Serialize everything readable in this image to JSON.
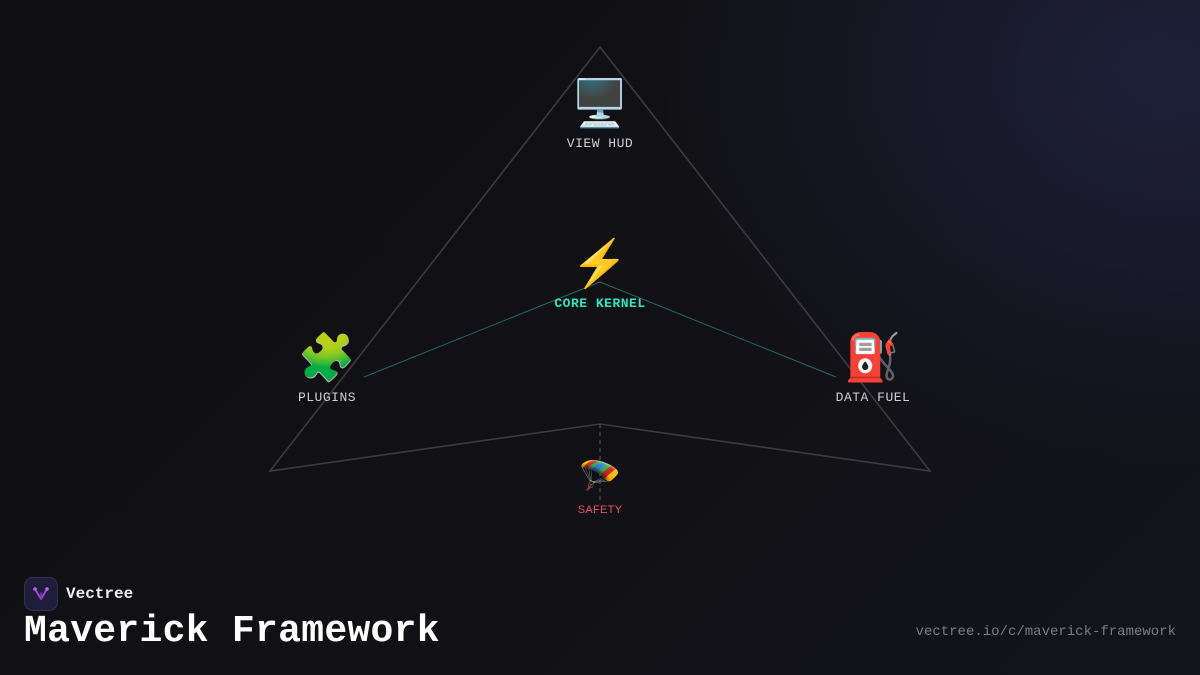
{
  "diagram": {
    "nodes": {
      "view_hud": {
        "label": "VIEW HUD",
        "icon": "desktop-computer-icon",
        "glyph": "🖥️"
      },
      "core_kernel": {
        "label": "CORE KERNEL",
        "icon": "lightning-icon",
        "glyph": "⚡",
        "color": "#2ce6c0"
      },
      "plugins": {
        "label": "PLUGINS",
        "icon": "puzzle-piece-icon",
        "glyph": "🧩"
      },
      "data_fuel": {
        "label": "DATA FUEL",
        "icon": "fuel-pump-icon",
        "glyph": "⛽"
      },
      "safety": {
        "label": "SAFETY",
        "icon": "parachute-icon",
        "glyph": "🪂",
        "color": "#e8546a"
      }
    },
    "colors": {
      "outline": "#3b3b42",
      "connector": "#1d6b5e",
      "safety_line": "#50505a"
    }
  },
  "footer": {
    "brand_name": "Vectree",
    "brand_icon": "vectree-logo-icon",
    "title": "Maverick Framework",
    "url": "vectree.io/c/maverick-framework"
  }
}
